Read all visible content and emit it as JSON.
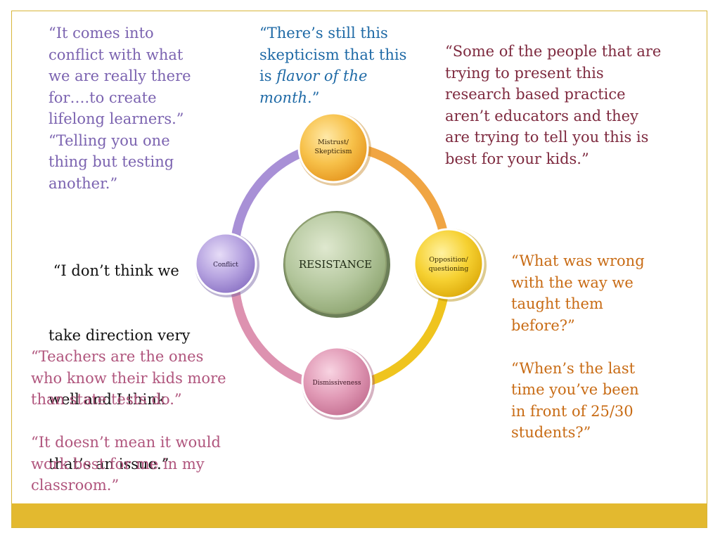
{
  "diagram": {
    "center": "RESISTANCE",
    "nodes": [
      {
        "id": "mistrust",
        "line1": "Mistrust/",
        "line2": "Skepticism"
      },
      {
        "id": "opposition",
        "line1": "Opposition/",
        "line2": "questioning"
      },
      {
        "id": "dismissiveness",
        "line1": "Dismissiveness",
        "line2": ""
      },
      {
        "id": "conflict",
        "line1": "Conflict",
        "line2": ""
      }
    ],
    "colors": {
      "purple": "#9a84cc",
      "orange": "#f2a640",
      "gold": "#f0c21c",
      "pink": "#d78aa6",
      "center": "#a9be8e",
      "frame": "#e3b92f"
    }
  },
  "quotes": {
    "conflict_top": {
      "l1": "“It comes into",
      "l2": "conflict with what",
      "l3": "we are really there",
      "l4": "for….to create",
      "l5": "lifelong learners.”",
      "l6": "“Telling you one",
      "l7": "thing but testing",
      "l8": "another.”"
    },
    "skepticism": {
      "l1": "“There’s still this",
      "l2": "skepticism that this",
      "l3_pre": "is ",
      "l3_em": "flavor of the",
      "l4_em": "month",
      "l4_post": ".”"
    },
    "mistrust": {
      "l1": "“Some of the people that are",
      "l2": "trying to present this",
      "l3": "research based practice",
      "l4": "aren’t educators and they",
      "l5": "are trying to tell you this is",
      "l6": "best for your kids.”"
    },
    "direction": {
      "l1": " “I don’t think we",
      "l2": "take direction very",
      "l3": "well and I think",
      "l4": "that’s an issue.”"
    },
    "opposition": {
      "l1": "“What was wrong",
      "l2": "with the way we",
      "l3": "taught them",
      "l4": "before?”",
      "l5": "“When’s the last",
      "l6": "time you’ve been",
      "l7": "in front of 25/30",
      "l8": "students?”"
    },
    "dismiss": {
      "l1": "“Teachers are the ones",
      "l2": "who know their kids more",
      "l3": "than state tests do.”",
      "l4": "“It doesn’t mean it would",
      "l5": "work best for me in my",
      "l6": "classroom.”"
    }
  }
}
